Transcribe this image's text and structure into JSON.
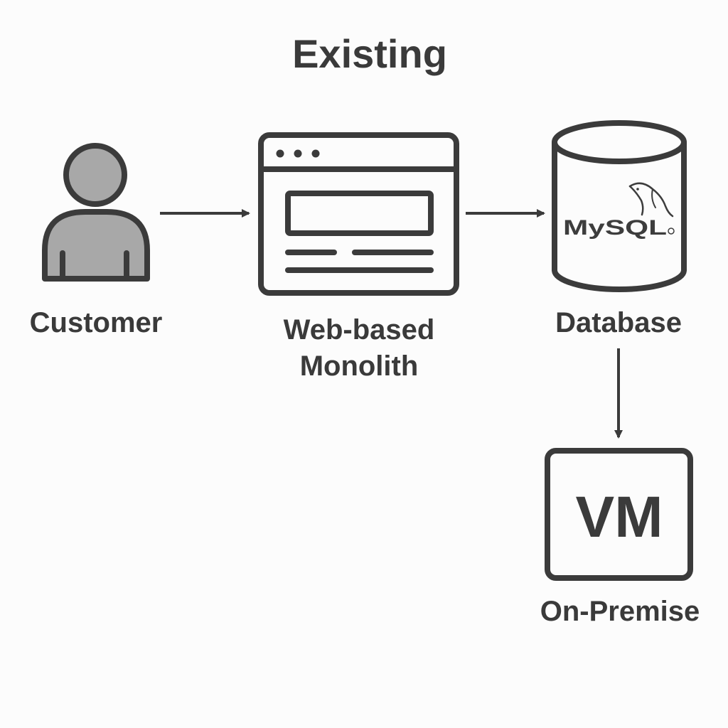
{
  "title": "Existing",
  "nodes": {
    "customer": {
      "label": "Customer",
      "icon": "person-icon"
    },
    "monolith": {
      "label_line1": "Web-based",
      "label_line2": "Monolith",
      "icon": "browser-window-icon"
    },
    "database": {
      "label": "Database",
      "icon": "database-cylinder-icon",
      "logo_text": "MySQL"
    },
    "vm": {
      "box_text": "VM",
      "label": "On-Premise",
      "icon": "vm-box-icon"
    }
  },
  "edges": [
    {
      "from": "Customer",
      "to": "Web-based Monolith"
    },
    {
      "from": "Web-based Monolith",
      "to": "Database"
    },
    {
      "from": "Database",
      "to": "VM"
    }
  ],
  "colors": {
    "stroke": "#3b3b3b",
    "person_fill": "#a8a8a8",
    "background": "#fcfcfc",
    "text": "#3a3a3a"
  }
}
